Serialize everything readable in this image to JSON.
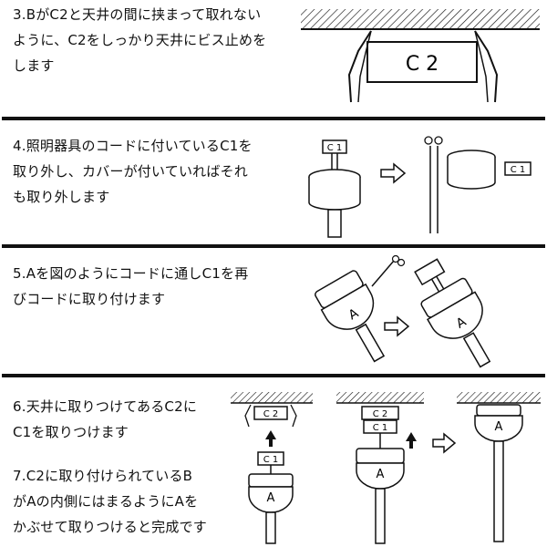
{
  "steps": [
    {
      "lines": [
        "3.BがC2と天井の間に挟まって取れない",
        "ように、C2をしっかり天井にビス止めを",
        "します"
      ],
      "labels": {
        "c2": "C 2"
      }
    },
    {
      "lines": [
        "4.照明器具のコードに付いているC1を",
        "取り外し、カバーが付いていればそれ",
        "も取り外します"
      ],
      "labels": {
        "c1_a": "C 1",
        "c1_b": "C 1"
      }
    },
    {
      "lines": [
        "5.Aを図のようにコードに通しC1を再",
        "びコードに取り付けます"
      ],
      "labels": {
        "a1": "A",
        "a2": "A"
      }
    },
    {
      "lines": [
        "6.天井に取りつけてあるC2に",
        "C1を取りつけます"
      ],
      "lines2": [
        "7.C2に取り付けられているB",
        "がAの内側にはまるようにAを",
        "かぶせて取りつけると完成です"
      ],
      "labels": {
        "c2_a": "C 2",
        "c1_a": "C 1",
        "a_a": "A",
        "c2_b": "C 2",
        "c1_b": "C 1",
        "a_b": "A",
        "a_c": "A"
      }
    }
  ],
  "colors": {
    "ink": "#111111",
    "paper": "#ffffff"
  }
}
